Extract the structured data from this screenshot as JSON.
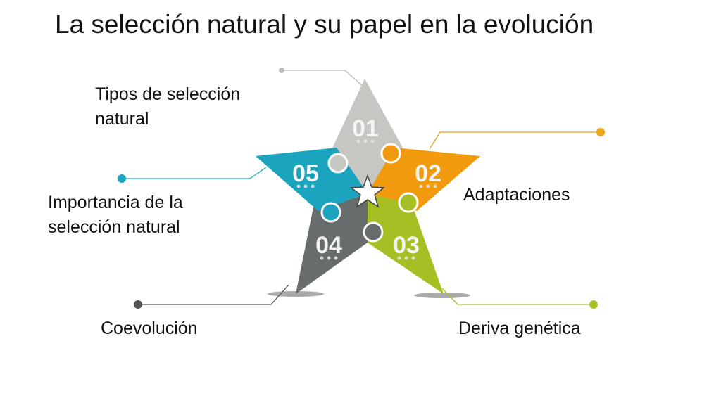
{
  "title": "La selección natural y su papel en la evolución",
  "items": [
    {
      "num": "01",
      "label_l1": "Tipos de selección",
      "label_l2": "natural",
      "color": "#c8c8c4"
    },
    {
      "num": "02",
      "label": "Adaptaciones",
      "color": "#f29a0e"
    },
    {
      "num": "03",
      "label": "Deriva genética",
      "color": "#a8c12a"
    },
    {
      "num": "04",
      "label": "Coevolución",
      "color": "#6a706f"
    },
    {
      "num": "05",
      "label_l1": "Importancia de la",
      "label_l2": "selección natural",
      "color": "#1aa6bf"
    }
  ]
}
